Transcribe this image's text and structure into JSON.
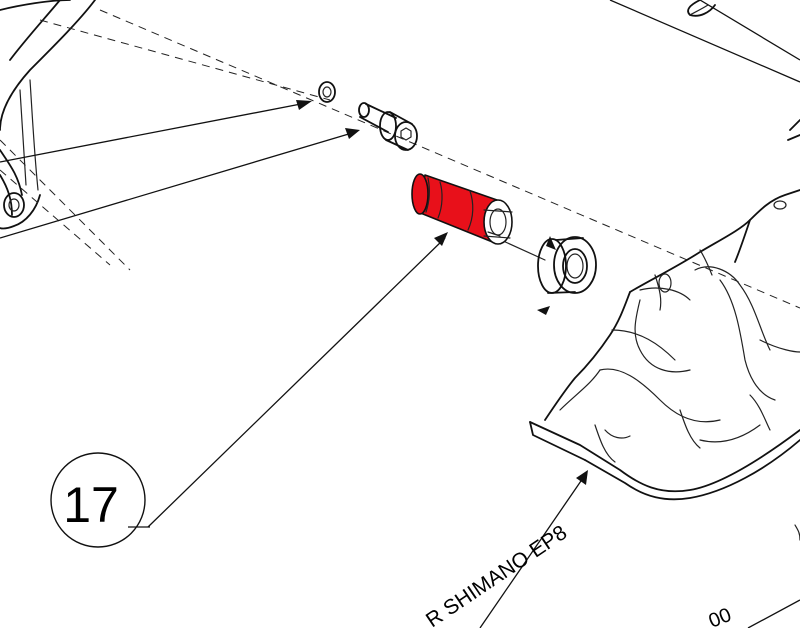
{
  "diagram": {
    "callout_number": "17",
    "motor_label": "R SHIMANO EP8",
    "bottom_label_partial": "00",
    "highlight_color": "#e8101a",
    "line_color": "#111111"
  }
}
